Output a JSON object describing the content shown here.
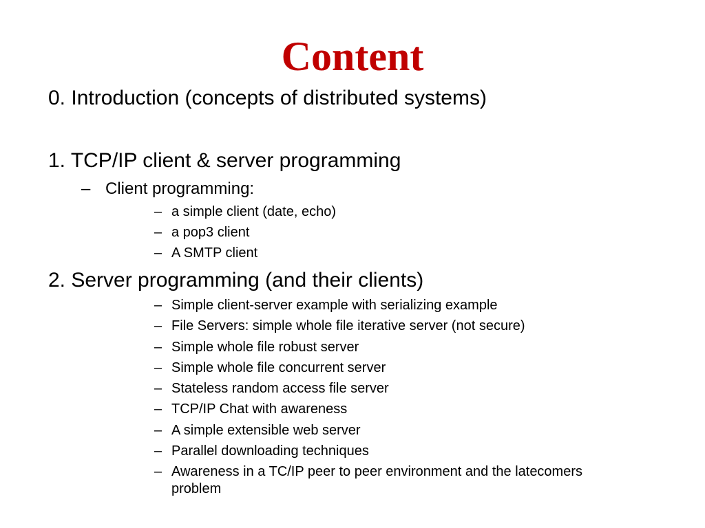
{
  "title": "Content",
  "sections": {
    "intro": "0. Introduction (concepts of distributed systems)",
    "tcpip": {
      "heading": "1.  TCP/IP client & server programming",
      "sub_heading": "Client programming:",
      "items": [
        "a simple client (date, echo)",
        "a pop3 client",
        "A SMTP client"
      ]
    },
    "server": {
      "heading": "2. Server programming (and their clients)",
      "items": [
        "Simple client-server example with serializing example",
        "File Servers: simple whole file iterative server (not secure)",
        "Simple whole file robust server",
        "Simple whole file concurrent server",
        "Stateless random access file server",
        "TCP/IP Chat with awareness",
        "A simple extensible web server",
        "Parallel downloading techniques",
        "Awareness in a TC/IP peer to peer environment and the latecomers",
        "problem"
      ]
    }
  },
  "dash": "–",
  "colors": {
    "title": "#c00000",
    "text": "#000000",
    "background": "#ffffff"
  }
}
